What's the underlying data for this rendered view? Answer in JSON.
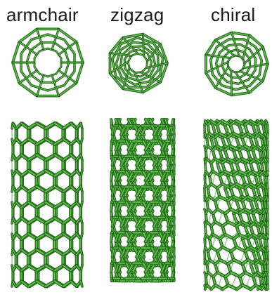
{
  "labels": {
    "armchair": "armchair",
    "zigzag": "zigzag",
    "chiral": "chiral"
  },
  "colors": {
    "tube": "#3f9f2f",
    "tube_dark": "#1f5e17",
    "tube_light": "#7fd06a",
    "background": "#ffffff",
    "text": "#1a1a1a"
  },
  "icons": {
    "armchair_end_view": "armchair-nanotube-end-view",
    "zigzag_end_view": "zigzag-nanotube-end-view",
    "chiral_end_view": "chiral-nanotube-end-view",
    "armchair_side_view": "armchair-nanotube-side-view",
    "zigzag_side_view": "zigzag-nanotube-side-view",
    "chiral_side_view": "chiral-nanotube-side-view"
  }
}
